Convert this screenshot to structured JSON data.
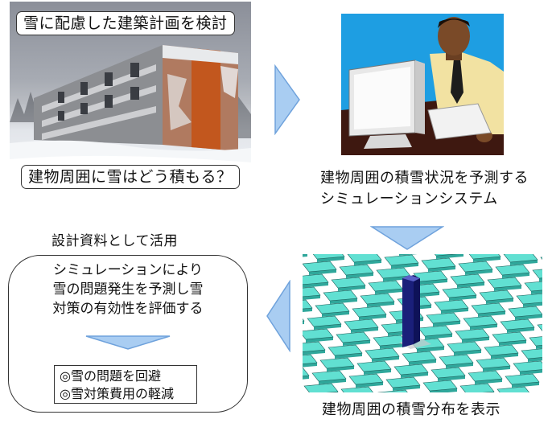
{
  "photo": {
    "top_caption": "雪に配慮した建築計画を検討",
    "bottom_caption": "建物周囲に雪はどう積もる？"
  },
  "simulation": {
    "caption_line1": "建物周囲の積雪状況を予測する",
    "caption_line2": "シミュレーションシステム"
  },
  "design": {
    "caption": "設計資料として活用"
  },
  "result": {
    "line1": "シミュレーションにより",
    "line2": "雪の問題発生を予測し雪",
    "line3": "対策の有効性を評価する",
    "benefit1": "◎雪の問題を回避",
    "benefit2": "◎雪対策費用の軽減"
  },
  "distribution": {
    "caption": "建物周囲の積雪分布を表示"
  },
  "colors": {
    "arrow_fill": "#a9cdf2",
    "arrow_stroke": "#6fa2dc",
    "snow_tile": "#61e0d2",
    "building": "#1a1f7a",
    "monitor_bg": "#1e9ee2"
  }
}
